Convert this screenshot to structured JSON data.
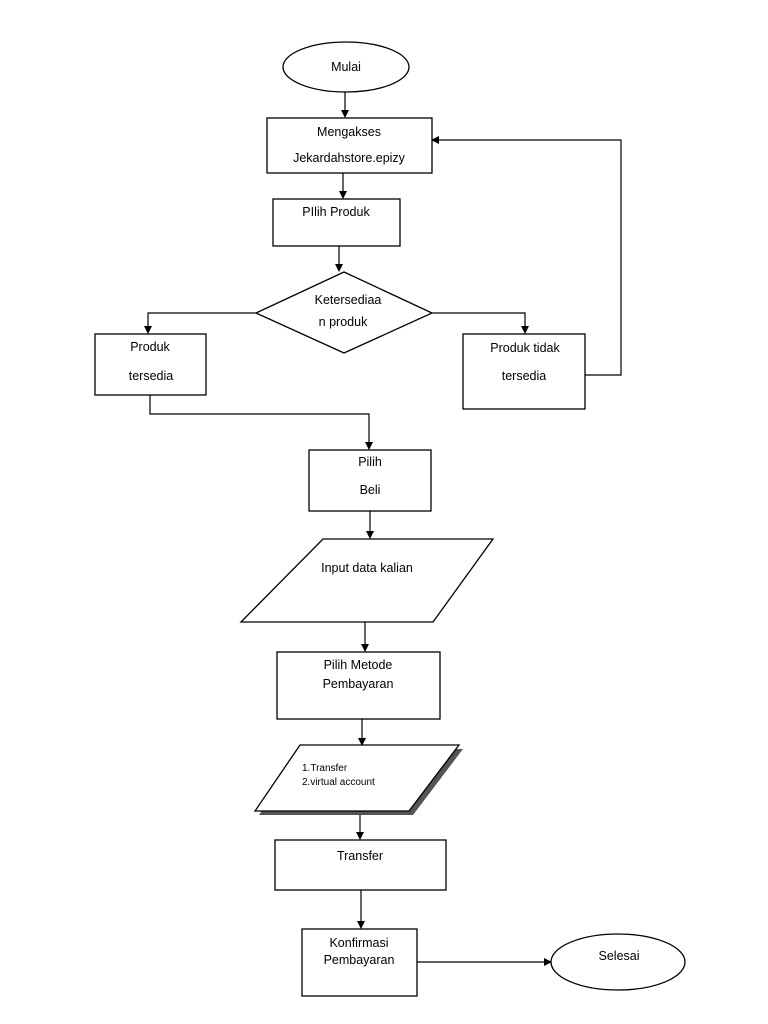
{
  "nodes": {
    "mulai": {
      "label": "Mulai"
    },
    "mengakses": {
      "line1": "Mengakses",
      "line2": "Jekardahstore.epizy"
    },
    "pilih_produk": {
      "label": "PIlih Produk"
    },
    "ketersediaan": {
      "line1": "Ketersediaa",
      "line2": "n produk"
    },
    "produk_tersedia": {
      "line1": "Produk",
      "line2": "tersedia"
    },
    "produk_tidak_tersedia": {
      "line1": "Produk tidak",
      "line2": "tersedia"
    },
    "pilih_beli": {
      "line1": "Pilih",
      "line2": "Beli"
    },
    "input_data": {
      "label": "Input data kalian"
    },
    "pilih_metode": {
      "line1": "Pilih Metode",
      "line2": "Pembayaran"
    },
    "opsi_pembayaran": {
      "line1": "1.Transfer",
      "line2": "2.virtual account"
    },
    "transfer": {
      "label": "Transfer"
    },
    "konfirmasi": {
      "line1": "Konfirmasi",
      "line2": "Pembayaran"
    },
    "selesai": {
      "label": "Selesai"
    }
  },
  "colors": {
    "stroke": "#000000",
    "fill": "#ffffff",
    "text": "#000000"
  }
}
